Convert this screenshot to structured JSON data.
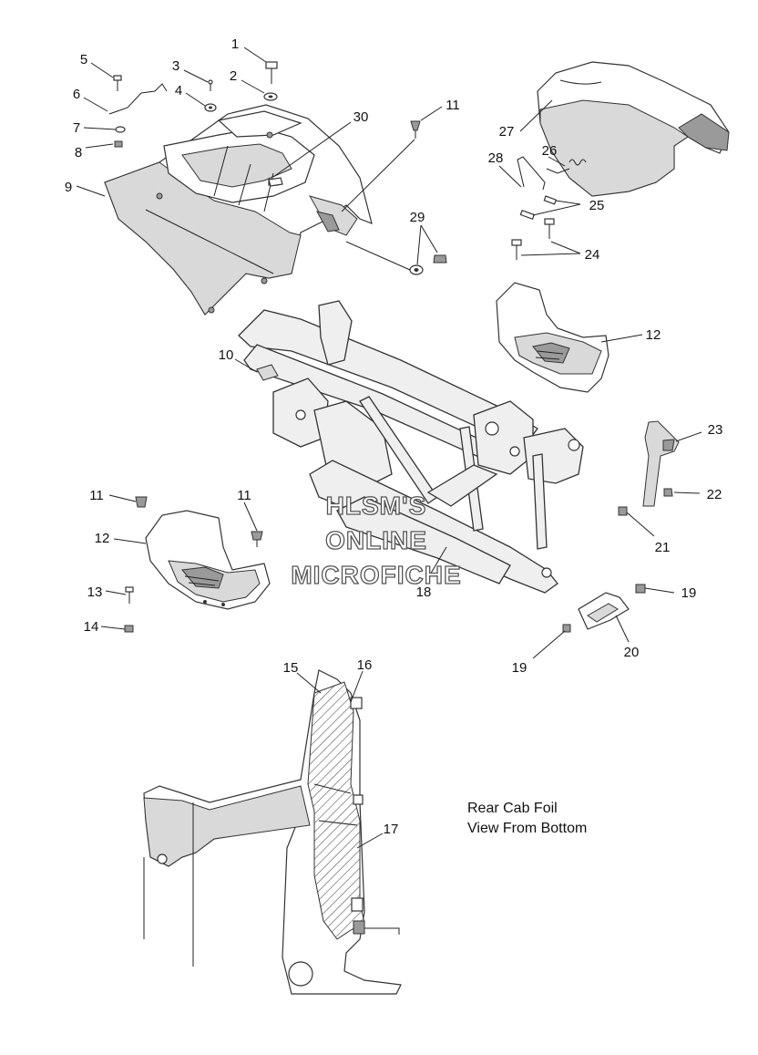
{
  "callouts": [
    {
      "id": "c1",
      "label": "1"
    },
    {
      "id": "c2",
      "label": "2"
    },
    {
      "id": "c3",
      "label": "3"
    },
    {
      "id": "c4",
      "label": "4"
    },
    {
      "id": "c5",
      "label": "5"
    },
    {
      "id": "c6",
      "label": "6"
    },
    {
      "id": "c7",
      "label": "7"
    },
    {
      "id": "c8",
      "label": "8"
    },
    {
      "id": "c9",
      "label": "9"
    },
    {
      "id": "c30",
      "label": "30"
    },
    {
      "id": "c11a",
      "label": "11"
    },
    {
      "id": "c27",
      "label": "27"
    },
    {
      "id": "c26",
      "label": "26"
    },
    {
      "id": "c28",
      "label": "28"
    },
    {
      "id": "c25",
      "label": "25"
    },
    {
      "id": "c29",
      "label": "29"
    },
    {
      "id": "c24",
      "label": "24"
    },
    {
      "id": "c12a",
      "label": "12"
    },
    {
      "id": "c10",
      "label": "10"
    },
    {
      "id": "c23",
      "label": "23"
    },
    {
      "id": "c22",
      "label": "22"
    },
    {
      "id": "c21",
      "label": "21"
    },
    {
      "id": "c11b",
      "label": "11"
    },
    {
      "id": "c11c",
      "label": "11"
    },
    {
      "id": "c12b",
      "label": "12"
    },
    {
      "id": "c13",
      "label": "13"
    },
    {
      "id": "c14",
      "label": "14"
    },
    {
      "id": "c18",
      "label": "18"
    },
    {
      "id": "c19a",
      "label": "19"
    },
    {
      "id": "c19b",
      "label": "19"
    },
    {
      "id": "c20",
      "label": "20"
    },
    {
      "id": "c15",
      "label": "15"
    },
    {
      "id": "c16",
      "label": "16"
    },
    {
      "id": "c17",
      "label": "17"
    }
  ],
  "note": {
    "line1": "Rear Cab Foil",
    "line2": "View From Bottom"
  },
  "watermark": {
    "line1": "HLSM'S",
    "line2": "ONLINE",
    "line3": "MICROFICHE"
  }
}
